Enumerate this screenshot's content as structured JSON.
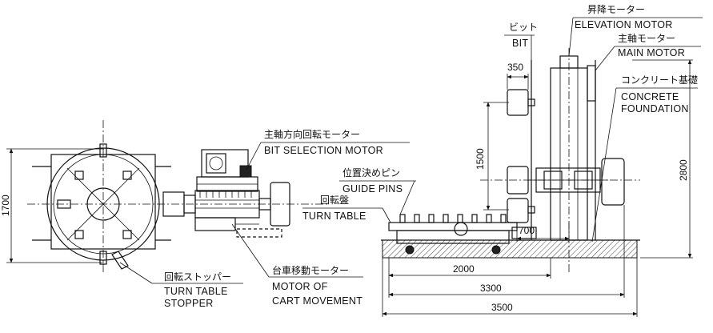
{
  "labels": {
    "bit_selection_motor_jp": "主軸方向回転モーター",
    "bit_selection_motor_en": "BIT SELECTION MOTOR",
    "turn_table_stopper_jp": "回転ストッパー",
    "turn_table_stopper_en_1": "TURN TABLE",
    "turn_table_stopper_en_2": "STOPPER",
    "cart_motor_jp": "台車移動モーター",
    "cart_motor_en_1": "MOTOR OF",
    "cart_motor_en_2": "CART MOVEMENT",
    "guide_pins_jp": "位置決めピン",
    "guide_pins_en": "GUIDE PINS",
    "turn_table_jp": "回転盤",
    "turn_table_en": "TURN TABLE",
    "bit_jp": "ビット",
    "bit_en": "BIT",
    "elevation_motor_jp": "昇降モーター",
    "elevation_motor_en": "ELEVATION MOTOR",
    "main_motor_jp": "主軸モーター",
    "main_motor_en": "MAIN MOTOR",
    "concrete_jp": "コンクリート基礎",
    "concrete_en_1": "CONCRETE",
    "concrete_en_2": "FOUNDATION"
  },
  "dimensions": {
    "d1700": "1700",
    "d350": "350",
    "d1500": "1500",
    "d2800": "2800",
    "d700": "700",
    "d2000": "2000",
    "d3300": "3300",
    "d3500": "3500"
  }
}
